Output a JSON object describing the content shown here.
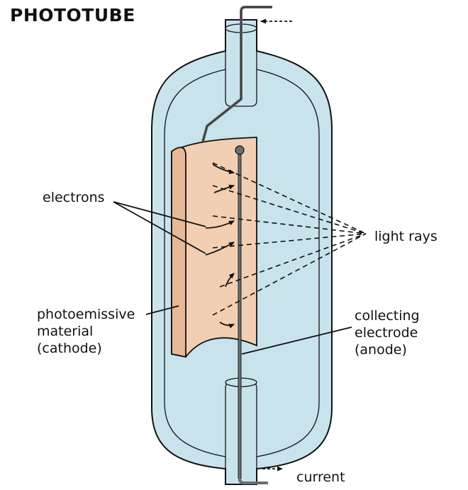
{
  "title": "PHOTOTUBE",
  "labels": {
    "electrons": "electrons",
    "light_rays": "light rays",
    "photoemissive": [
      "photoemissive",
      "material",
      "(cathode)"
    ],
    "collecting": [
      "collecting",
      "electrode",
      "(anode)"
    ],
    "current": "current"
  },
  "colors": {
    "glass": "#c9e3ec",
    "glass_outline": "#111111",
    "cathode": "#f2cfb2",
    "cathode_edge": "#d9a982",
    "wire": "#6b6f70",
    "text": "#111111"
  }
}
